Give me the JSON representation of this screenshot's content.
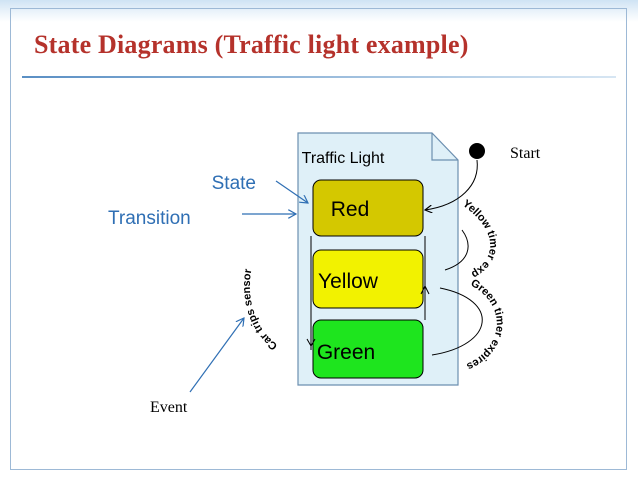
{
  "slide": {
    "title": "State Diagrams (Traffic light example)"
  },
  "diagram": {
    "container_label": "Traffic Light",
    "states": [
      {
        "label": "Red",
        "color": "#d4c800"
      },
      {
        "label": "Yellow",
        "color": "#f2f200"
      },
      {
        "label": "Green",
        "color": "#1ee51e"
      }
    ],
    "start_label": "Start",
    "transitions": {
      "yellow_timer": "Yellow timer expires",
      "green_timer": "Green timer expires",
      "car_sensor": "Car trips sensor"
    },
    "callouts": {
      "state": "State",
      "transition": "Transition",
      "event": "Event"
    }
  },
  "colors": {
    "title": "#b5322b",
    "callout_blue": "#2f6fb4",
    "container_fill": "#dff0f8"
  }
}
